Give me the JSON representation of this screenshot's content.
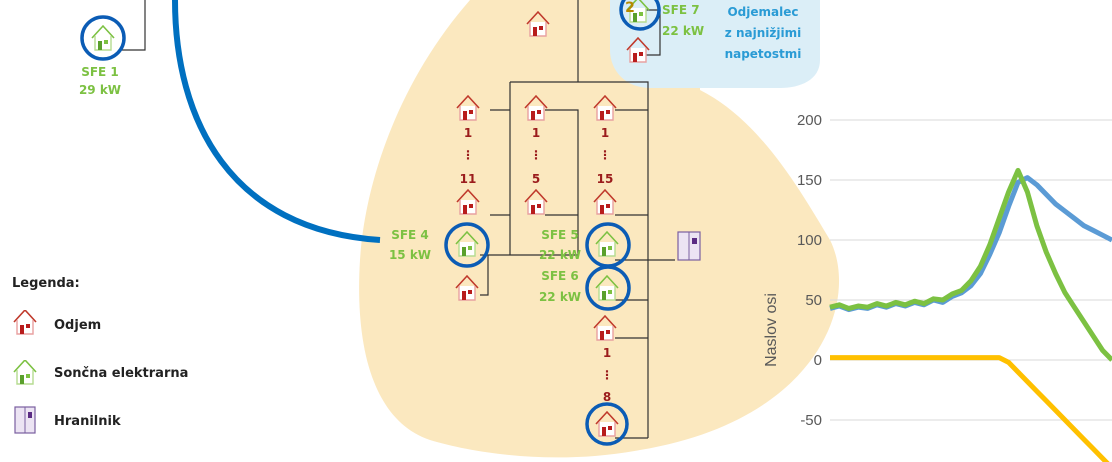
{
  "top_node": "2",
  "sfe1": {
    "name": "SFE 1",
    "power": "29 kW"
  },
  "sfe4": {
    "name": "SFE 4",
    "power": "15 kW"
  },
  "sfe5": {
    "name": "SFE 5",
    "power": "22 kW"
  },
  "sfe6": {
    "name": "SFE 6",
    "power": "22 kW"
  },
  "sfe7": {
    "name": "SFE 7",
    "power": "22 kW"
  },
  "consumer_note": [
    "Odjemalec",
    "z najnižjimi",
    "napetostmi"
  ],
  "branches": [
    {
      "start": "1",
      "dots": "⋮",
      "end": "11"
    },
    {
      "start": "1",
      "dots": "⋮",
      "end": "5"
    },
    {
      "start": "1",
      "dots": "⋮",
      "end": "15"
    }
  ],
  "branch4": {
    "start": "1",
    "dots": "⋮",
    "end": "8"
  },
  "legend": {
    "title": "Legenda:",
    "items": [
      {
        "label": "Odjem",
        "icon": "house-red-icon"
      },
      {
        "label": "Sončna elektrarna",
        "icon": "house-green-icon"
      },
      {
        "label": "Hranilnik",
        "icon": "battery-icon"
      }
    ]
  },
  "chart_data": {
    "type": "line",
    "ylabel": "Naslov osi",
    "yticks": [
      "200",
      "150",
      "100",
      "50",
      "0",
      "-50"
    ],
    "ylim": [
      -50,
      200
    ],
    "series": [
      {
        "color": "#5b9bd5",
        "values": [
          43,
          45,
          42,
          44,
          43,
          46,
          44,
          47,
          45,
          48,
          46,
          50,
          48,
          53,
          56,
          62,
          72,
          88,
          106,
          128,
          148,
          152,
          146,
          138,
          130,
          124,
          118,
          112,
          108,
          104,
          100
        ]
      },
      {
        "color": "#7cc142",
        "values": [
          44,
          46,
          43,
          45,
          44,
          47,
          45,
          48,
          46,
          49,
          47,
          51,
          50,
          55,
          58,
          66,
          78,
          96,
          118,
          140,
          158,
          140,
          112,
          90,
          72,
          56,
          44,
          32,
          20,
          8,
          0
        ]
      },
      {
        "color": "#ffc000",
        "values": [
          2,
          2,
          2,
          2,
          2,
          2,
          2,
          2,
          2,
          2,
          2,
          2,
          2,
          2,
          2,
          2,
          2,
          2,
          2,
          -2,
          -10,
          -18,
          -26,
          -34,
          -42,
          -50,
          -58,
          -66,
          -74,
          -82,
          -90
        ]
      }
    ]
  }
}
